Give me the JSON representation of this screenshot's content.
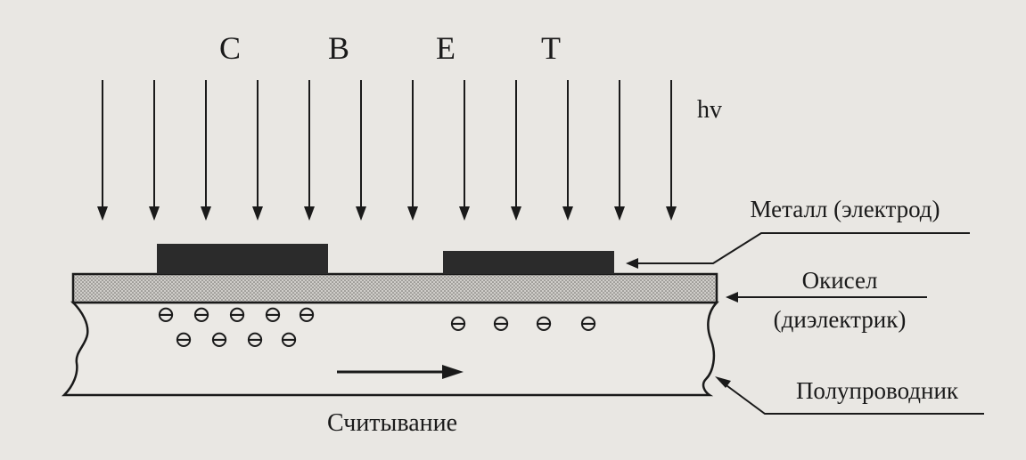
{
  "title_letters": [
    "С",
    "В",
    "Е",
    "Т"
  ],
  "photon_label": "hv",
  "labels": {
    "metal": "Металл (электрод)",
    "oxide_line1": "Окисел",
    "oxide_line2": "(диэлектрик)",
    "semiconductor": "Полупроводник",
    "readout": "Считывание"
  },
  "electron_symbol": "⊖",
  "charge_packets": [
    {
      "under_electrode": 1,
      "count": 9
    },
    {
      "under_electrode": 2,
      "count": 4
    }
  ],
  "incident_arrow_count": 12,
  "colors": {
    "background": "#e9e7e3",
    "ink": "#1a1a1a",
    "electrode": "#2b2b2b",
    "oxide": "#b9b7b3"
  }
}
